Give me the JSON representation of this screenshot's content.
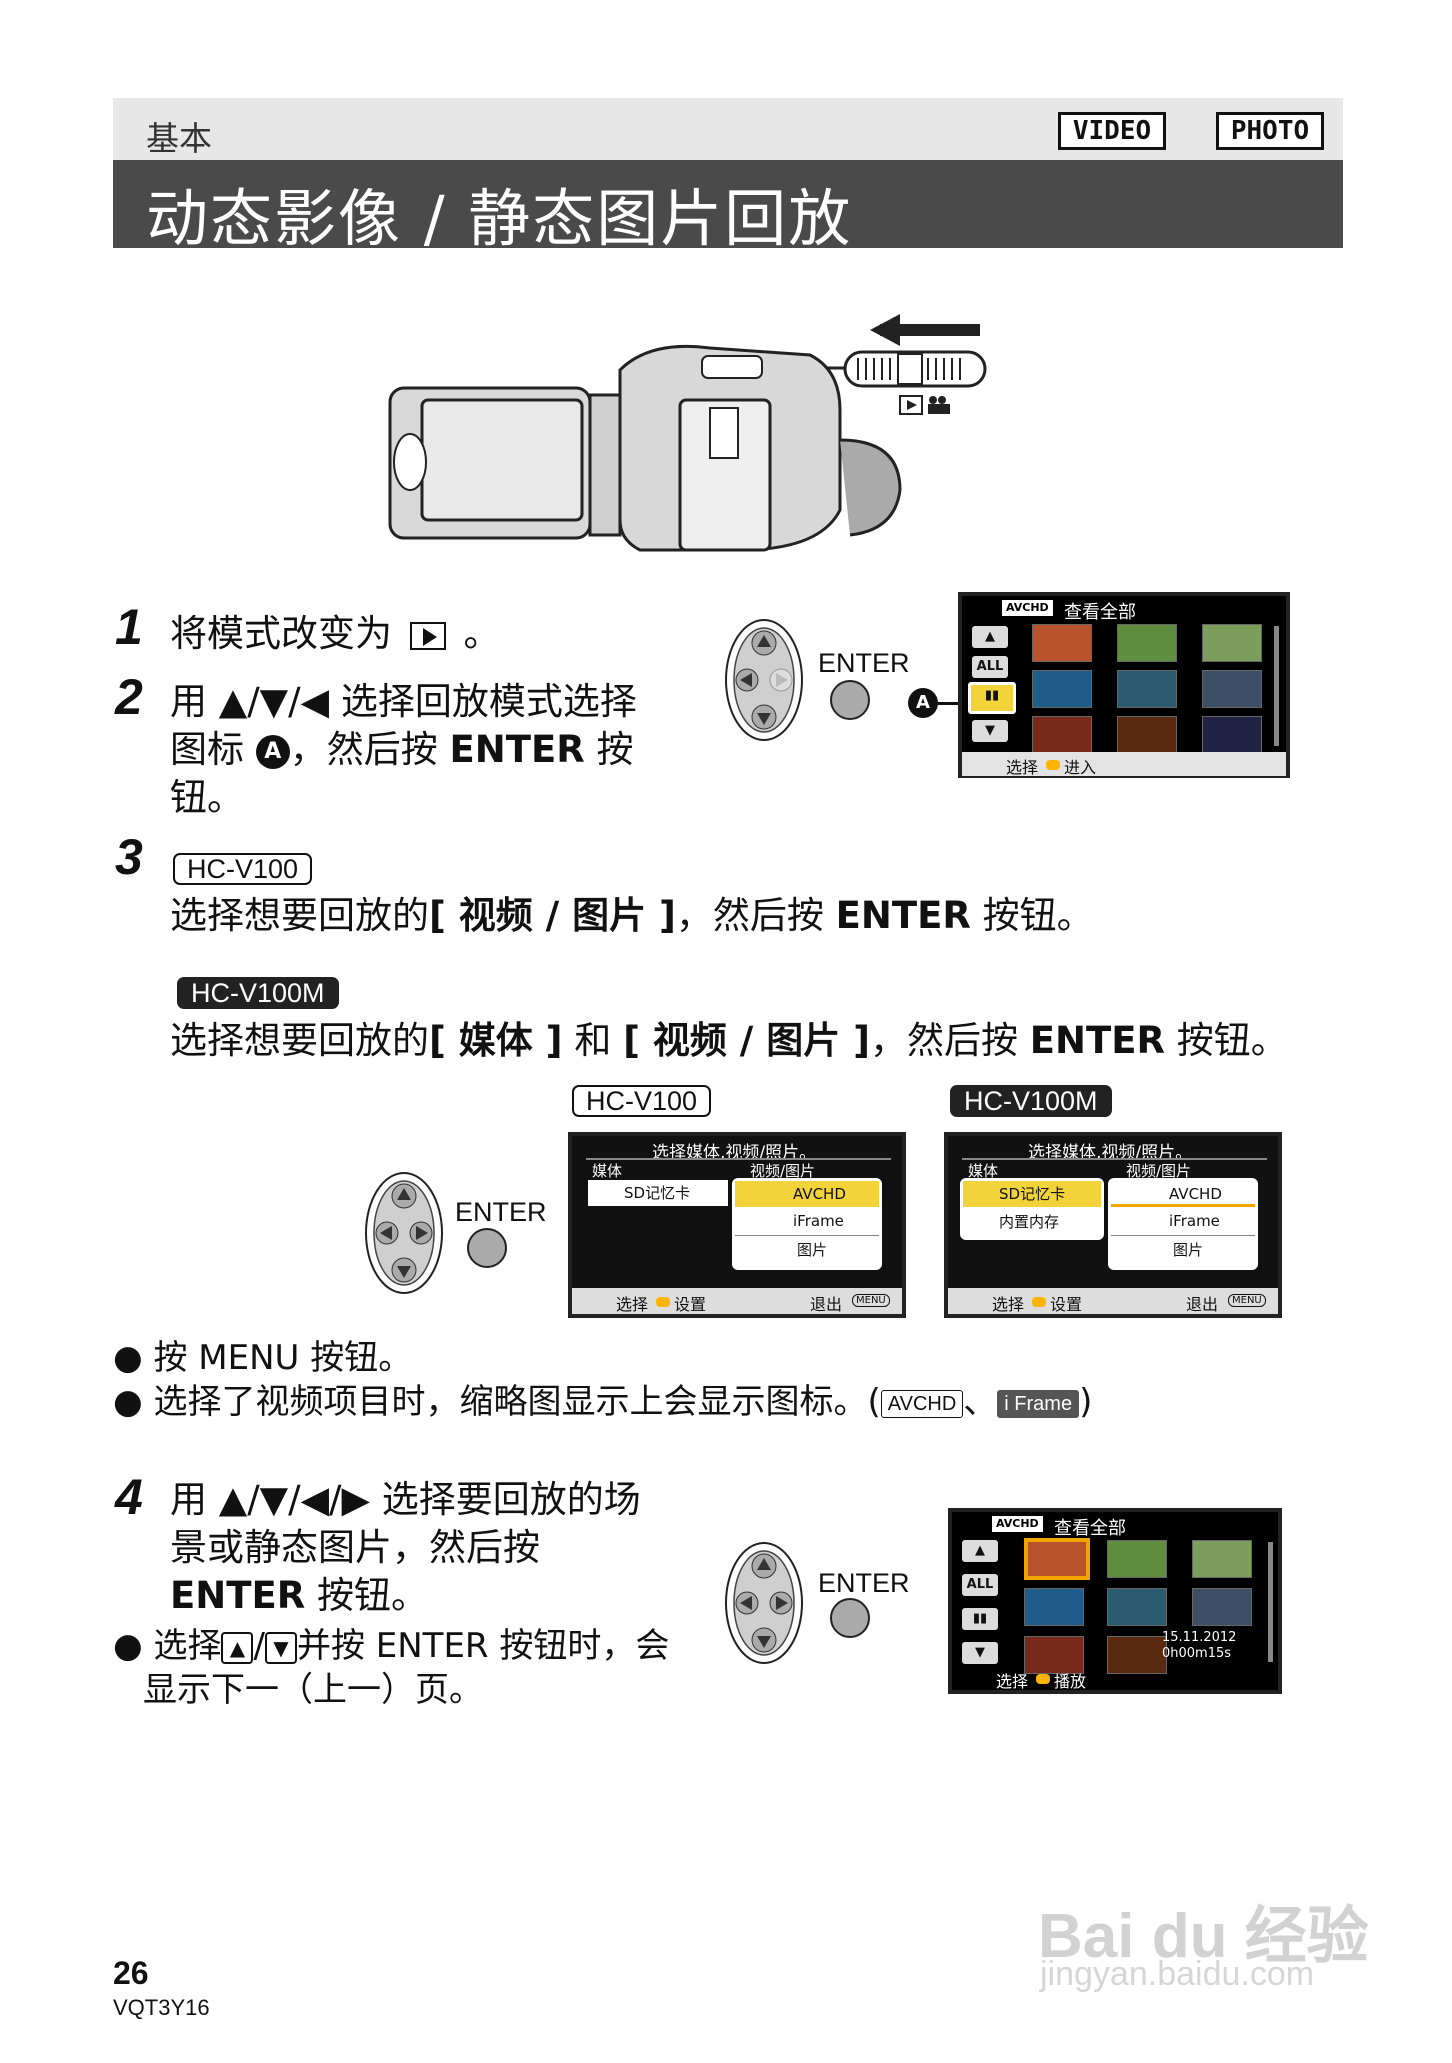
{
  "header": {
    "section": "基本",
    "badge_video": "VIDEO",
    "badge_photo": "PHOTO",
    "title": "动态影像 / 静态图片回放"
  },
  "step1": {
    "num": "1",
    "text": "将模式改变为",
    "tail": "。"
  },
  "step2": {
    "num": "2",
    "line1": "用 ▲/▼/◀ 选择回放模式选择",
    "line2a": "图标",
    "marker": "A",
    "line2b": "，然后按",
    "enter": "ENTER",
    "line2c": "按",
    "line3": "钮。"
  },
  "enter_label": "ENTER",
  "screen1": {
    "badge": "AVCHD",
    "title": "查看全部",
    "btn_all": "ALL",
    "footer": "选择",
    "footer2": "进入"
  },
  "step3": {
    "num": "3",
    "model1": "HC-V100",
    "text1a": "选择想要回放的",
    "text1b": "[ 视频 / 图片 ]",
    "text1c": "，然后按",
    "text1d": "ENTER",
    "text1e": "按钮。",
    "model2": "HC-V100M",
    "text2a": "选择想要回放的",
    "text2b": "[ 媒体 ]",
    "text2c": "和",
    "text2d": "[ 视频 / 图片 ]",
    "text2e": "，然后按",
    "text2f": "ENTER",
    "text2g": "按钮。"
  },
  "menu_screen": {
    "title": "选择媒体,视频/照片。",
    "col_media": "媒体",
    "col_type": "视频/图片",
    "sd": "SD记忆卡",
    "internal": "内置内存",
    "avchd": "AVCHD",
    "iframe": "iFrame",
    "photo": "图片",
    "footer_sel": "选择",
    "footer_set": "设置",
    "footer_exit": "退出",
    "menu_badge": "MENU"
  },
  "bullets": {
    "b1": "按 MENU 按钮。",
    "b2a": "选择了视频项目时，缩略图显示上会显示图标。(",
    "b2_badge1": "AVCHD",
    "b2_sep": "、",
    "b2_badge2": "i Frame",
    "b2b": ")"
  },
  "step4": {
    "num": "4",
    "line1": "用 ▲/▼/◀/▶ 选择要回放的场",
    "line2": "景或静态图片，然后按",
    "line3a": "ENTER",
    "line3b": "按钮。",
    "bullet_a": "选择",
    "bullet_sep": "/",
    "bullet_b": "并按 ENTER 按钮时，会",
    "bullet_c": "显示下一（上一）页。"
  },
  "screen2": {
    "badge": "AVCHD",
    "title": "查看全部",
    "btn_all": "ALL",
    "date": "15.11.2012",
    "time": "0h00m15s",
    "footer": "选择",
    "footer2": "播放"
  },
  "footer": {
    "page": "26",
    "code": "VQT3Y16"
  },
  "watermark": {
    "line1": "Bai du 经验",
    "line2": "jingyan.baidu.com"
  }
}
